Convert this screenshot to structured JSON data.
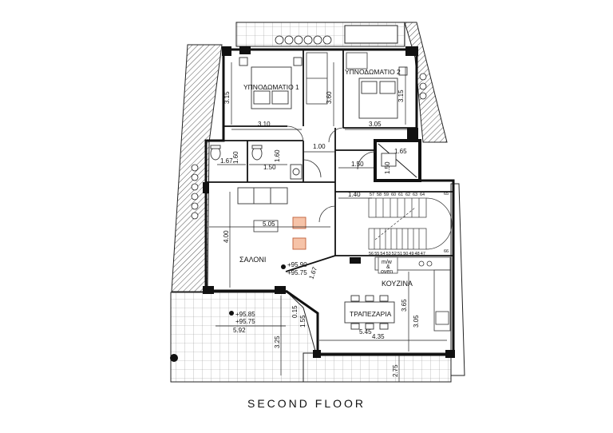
{
  "caption": "SECOND FLOOR",
  "rooms": {
    "bedroom1": "ΥΠΝΟΔΩΜΑΤΙΟ 1",
    "bedroom2": "ΥΠΝΟΔΩΜΑΤΙΟ 2",
    "living": "ΣΑΛΟΝΙ",
    "kitchen": "ΚΟΥΖΙΝΑ",
    "dining": "ΤΡΑΠΕΖΑΡΙΑ"
  },
  "dimensions": {
    "bed1_height": "3.15",
    "bed1_width": "3.10",
    "corridor_height": "3.60",
    "bed2_height": "3.15",
    "bed2_width": "3.05",
    "bath1_height": "1.60",
    "bath1_width": "1.67",
    "bath2_height": "1.60",
    "bath2_width": "1.50",
    "hall_width": "1.00",
    "shaft_height": "1.65",
    "store_width": "1.50",
    "store_height": "1.50",
    "landing_width": "1.40",
    "living_width": "5.05",
    "living_height": "4.00",
    "door_diag": "1.67",
    "kitchen_height": "3.65",
    "dining_width": "5.45",
    "dining_height": "3.05",
    "kitchen_width": "4.35",
    "veranda_width": "5.92",
    "veranda_height": "3.25",
    "small_w": "0.15",
    "small_h": "1.55",
    "rail_height": "2.75"
  },
  "levels": {
    "living_top": "+95.90",
    "living_bottom": "+95.75",
    "veranda_top": "+95.85",
    "veranda_bottom": "+95.75"
  },
  "appliance": {
    "line1": "m/w",
    "line2": "&",
    "line3": "oven"
  },
  "stairs": {
    "upper": [
      "57",
      "58",
      "59",
      "60",
      "61",
      "62",
      "63",
      "64"
    ],
    "lower": [
      "56",
      "55",
      "54",
      "53",
      "52",
      "51",
      "50",
      "49",
      "48",
      "47"
    ],
    "right_top": "65",
    "right_bottom": "66"
  }
}
